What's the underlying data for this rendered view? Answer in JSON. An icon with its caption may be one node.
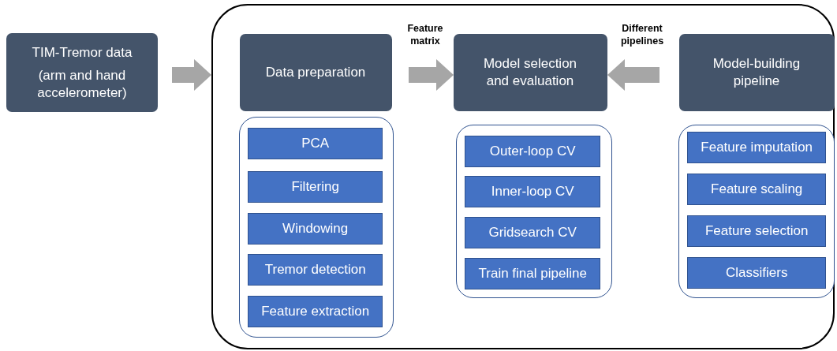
{
  "diagram": {
    "nodes": [
      {
        "text": [],
        "shape": "box"
      },
      {
        "text": [
          "TIM-Tremor data",
          "(arm and hand accelerometer)"
        ]
      },
      {
        "text": [
          "Data preparation"
        ],
        "in": 0
      },
      {
        "text": [],
        "shape": "box",
        "in": 0
      },
      {
        "text": [
          "PCA"
        ],
        "in": 3
      },
      {
        "text": [
          "Filtering"
        ],
        "in": 3
      },
      {
        "text": [
          "Windowing"
        ],
        "in": 3
      },
      {
        "text": [
          "Tremor detection"
        ],
        "in": 3
      },
      {
        "text": [
          "Feature extraction"
        ],
        "in": 3
      },
      {
        "text": [
          "Model selection and evaluation"
        ],
        "in": 0
      },
      {
        "text": [],
        "shape": "box",
        "in": 0
      },
      {
        "text": [
          "Outer-loop CV"
        ],
        "in": 10
      },
      {
        "text": [
          "Inner-loop CV"
        ],
        "in": 10
      },
      {
        "text": [
          "Gridsearch CV"
        ],
        "in": 10
      },
      {
        "text": [
          "Train final pipeline"
        ],
        "in": 10
      },
      {
        "text": [
          "Model-building pipeline"
        ],
        "in": 0
      },
      {
        "text": [],
        "shape": "box",
        "in": 0
      },
      {
        "text": [
          "Feature imputation"
        ],
        "in": 16
      },
      {
        "text": [
          "Feature scaling"
        ],
        "in": 16
      },
      {
        "text": [
          "Feature selection"
        ],
        "in": 16
      },
      {
        "text": [
          "Classifiers"
        ],
        "in": 16
      }
    ],
    "edges": [
      {
        "from": 1,
        "to": 0,
        "arrow": "to"
      },
      {
        "from": 2,
        "to": 9,
        "arrow": "to",
        "label": "Feature matrix"
      },
      {
        "from": 15,
        "to": 9,
        "arrow": "to",
        "label": "Different pipelines"
      }
    ]
  }
}
